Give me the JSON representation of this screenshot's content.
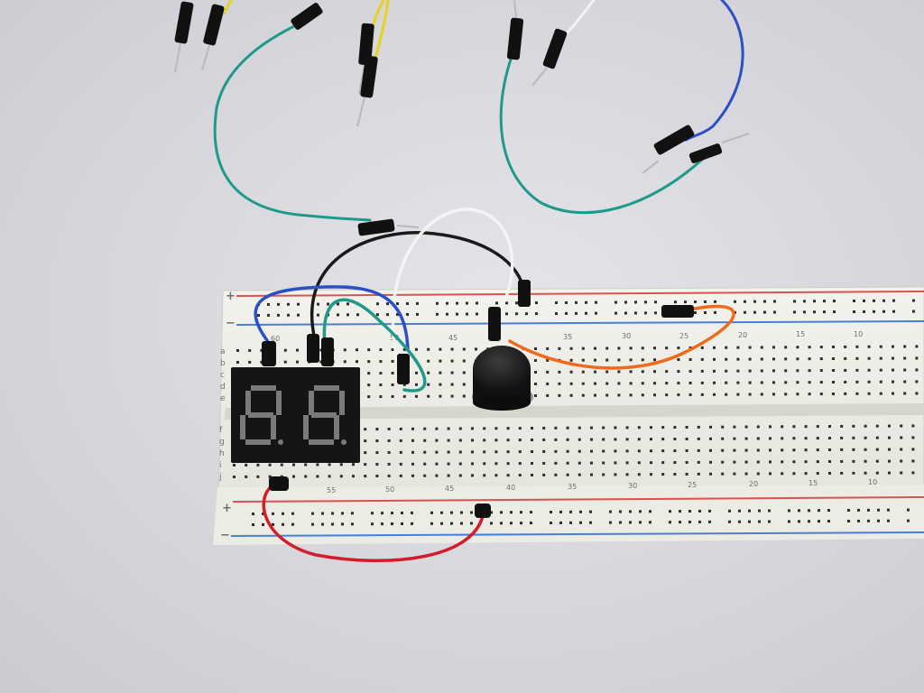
{
  "breadboard": {
    "rail_plus": "+",
    "rail_minus": "−",
    "upper_numbers": [
      "60",
      "50",
      "45",
      "35",
      "30",
      "25",
      "20",
      "15",
      "10"
    ],
    "lower_numbers": [
      "55",
      "50",
      "45",
      "40",
      "35",
      "30",
      "25",
      "20",
      "15",
      "10"
    ],
    "row_letters_top": [
      "a",
      "b",
      "c",
      "d",
      "e"
    ],
    "row_letters_bottom": [
      "f",
      "g",
      "h",
      "i",
      "j"
    ]
  },
  "display": {
    "digits": [
      "8",
      "8"
    ],
    "segment_color": "#7a7a7a",
    "body_color": "#151515"
  },
  "wire_colors": {
    "green": "#1f9a8a",
    "blue": "#2b4fc4",
    "black": "#1a1a1a",
    "white": "#f4f4f4",
    "orange": "#f06a1c",
    "red": "#d21e2a",
    "yellow": "#e8d21a"
  },
  "colors": {
    "background": "#d9d9de",
    "board": "#ecebe4",
    "rail_red": "#d9534f",
    "rail_blue": "#4a7fd6"
  }
}
